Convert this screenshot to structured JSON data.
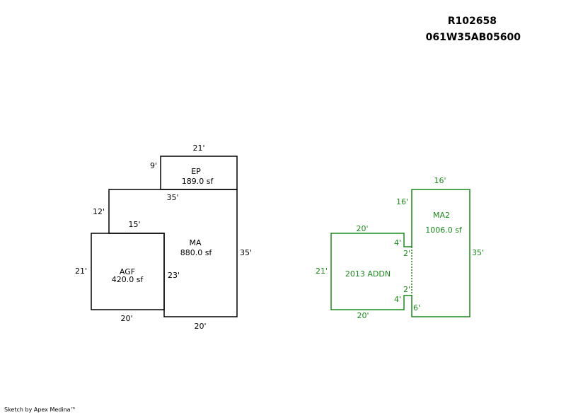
{
  "header": {
    "account": "R102658",
    "map_tax_lot": "061W35AB05600"
  },
  "sketch": {
    "ep": {
      "name": "EP",
      "area": "189.0 sf",
      "top": "21'",
      "left": "9'"
    },
    "ma": {
      "name": "MA",
      "area": "880.0 sf",
      "top": "35'",
      "left": "12'",
      "right": "35'",
      "bottom": "20'",
      "inner_top": "15'",
      "inner_side": "23'"
    },
    "agf": {
      "name": "AGF",
      "area": "420.0 sf",
      "left": "21'",
      "bottom": "20'"
    },
    "addn": {
      "name": "2013 ADDN",
      "top": "20'",
      "left": "21'",
      "bottom": "20'",
      "notch_top": "4'",
      "notch_bottom": "4'",
      "jog_top": "2'",
      "jog_bottom": "2'"
    },
    "ma2": {
      "name": "MA2",
      "area": "1006.0 sf",
      "top": "16'",
      "left": "16'",
      "right": "35'",
      "bottom": "6'"
    },
    "colors": {
      "line_primary": "#000000",
      "line_secondary": "#1a8a1a"
    }
  },
  "footer": {
    "credit": "Sketch by Apex Medina™"
  }
}
